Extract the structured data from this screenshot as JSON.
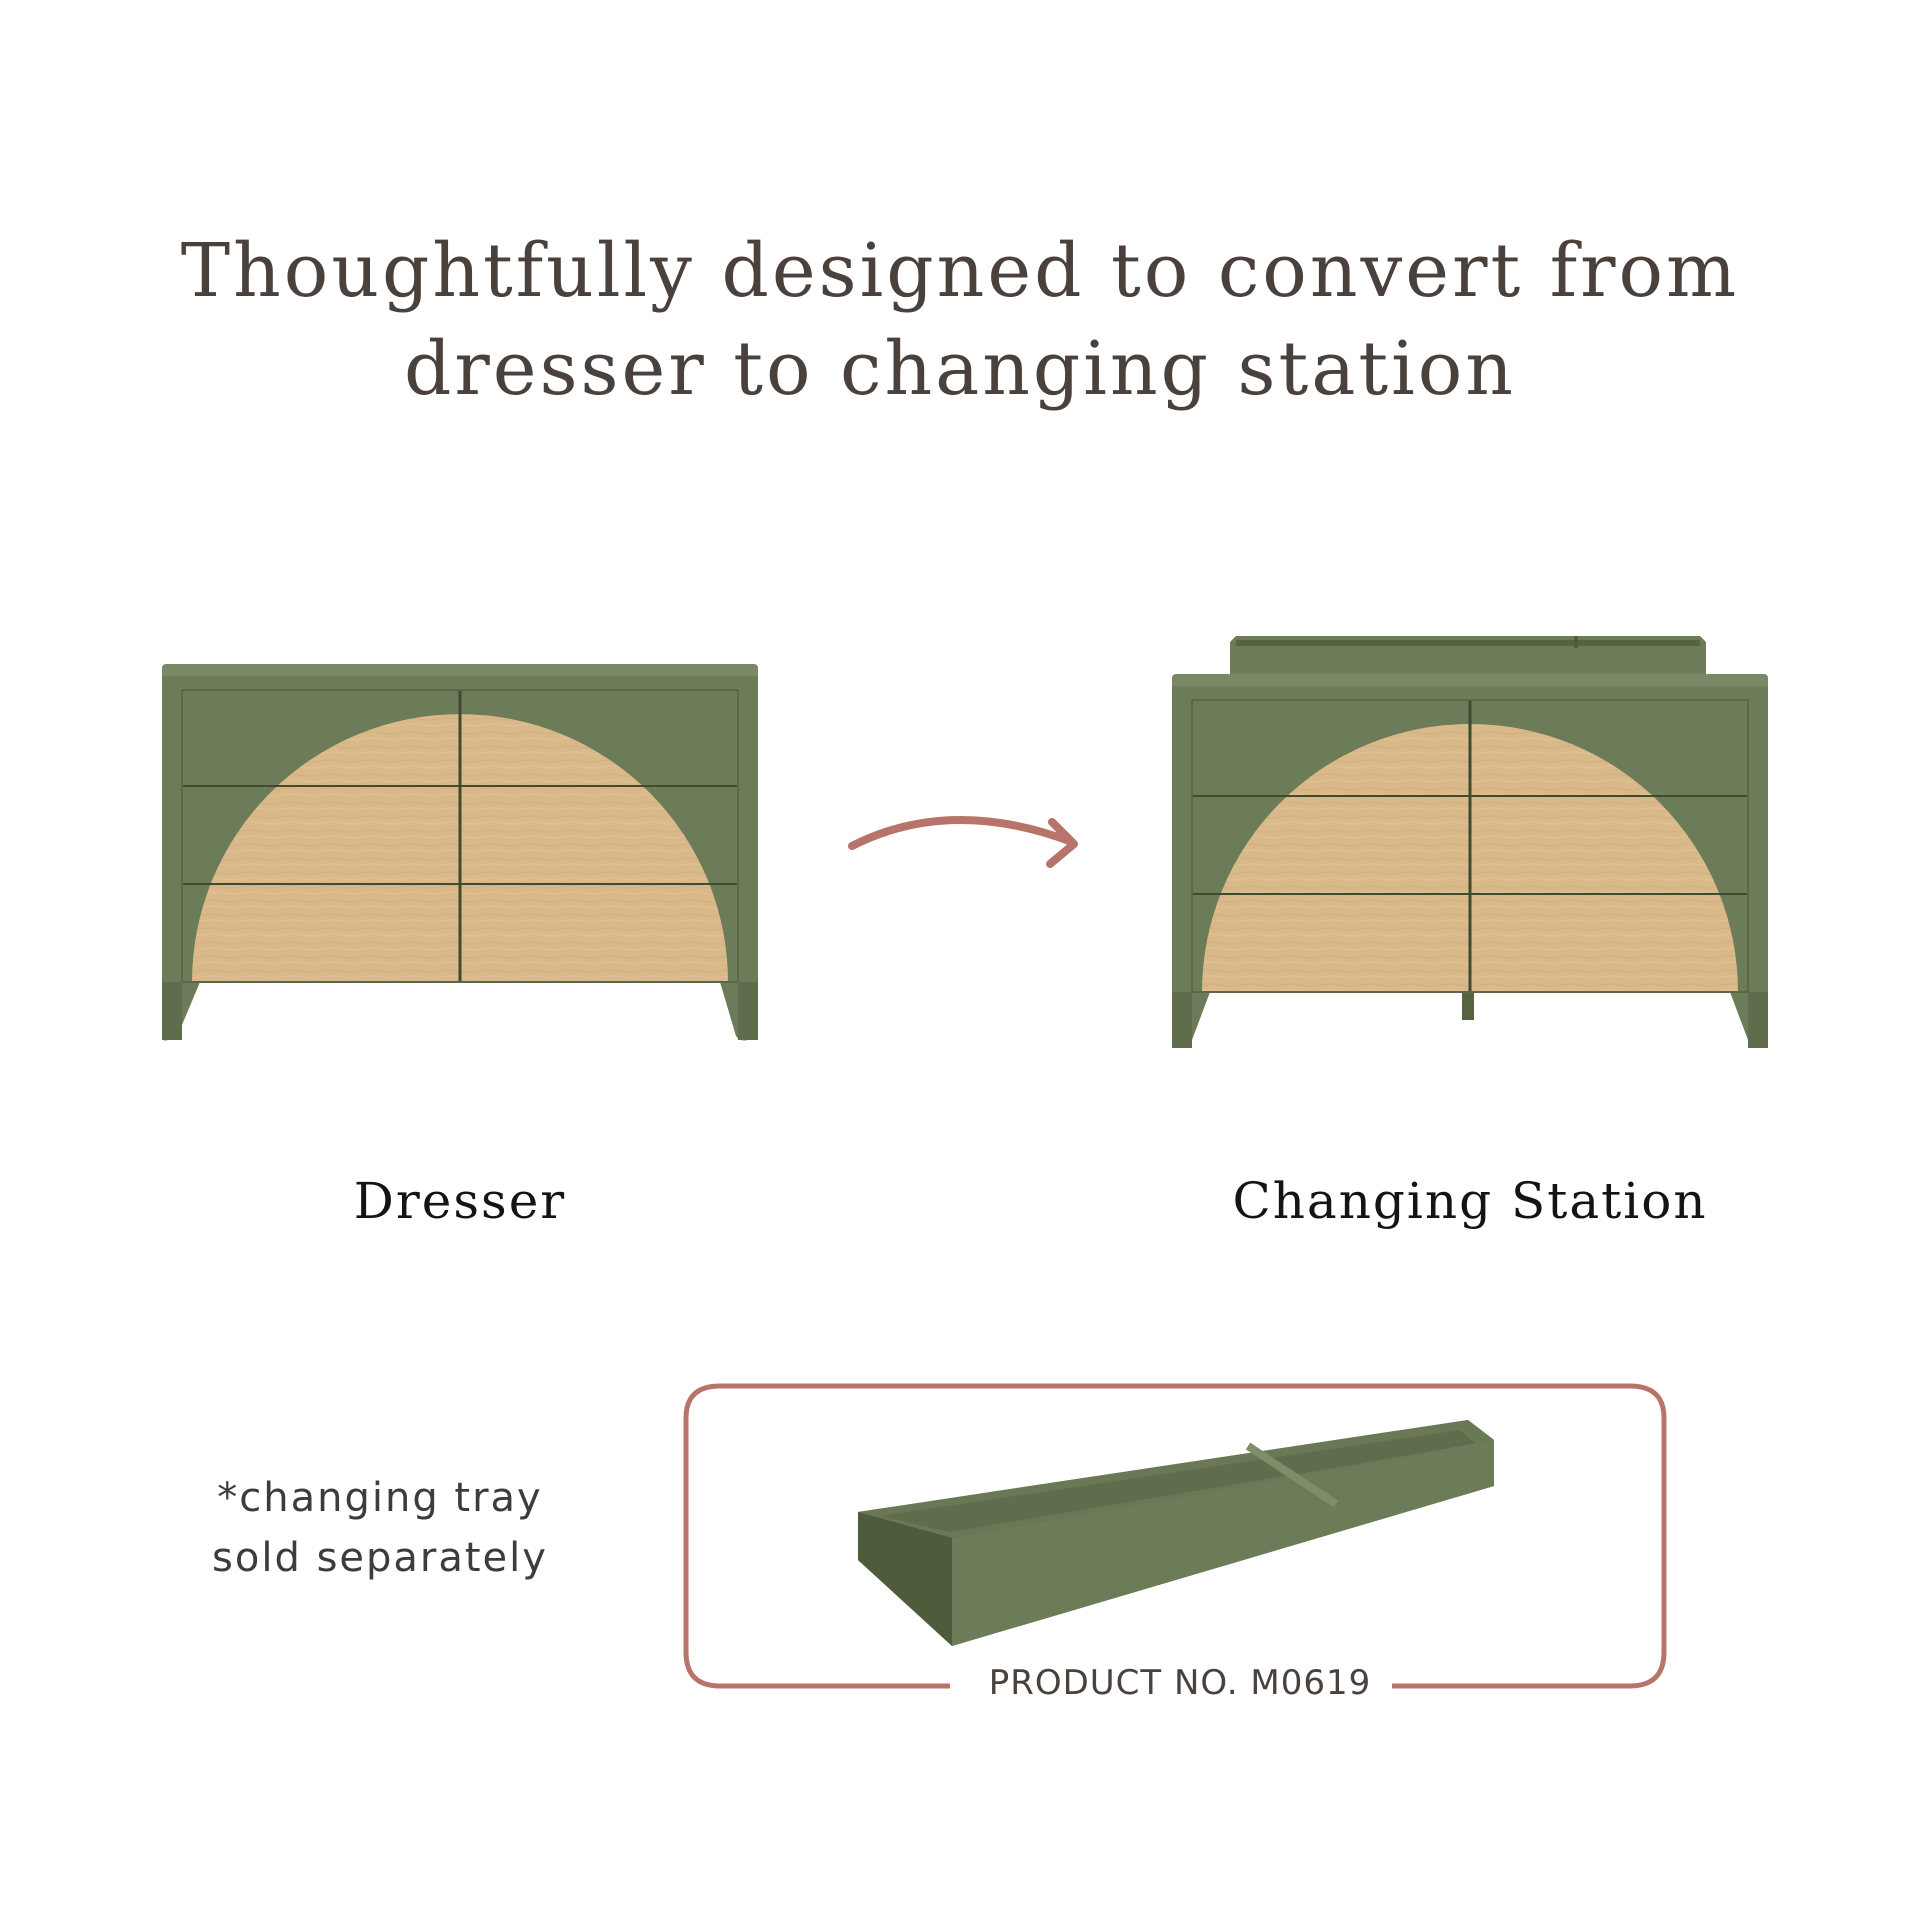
{
  "headline": {
    "line1": "Thoughtfully designed to convert from",
    "line2": "dresser to changing station"
  },
  "captions": {
    "dresser": "Dresser",
    "changing_station": "Changing Station"
  },
  "note": {
    "line1": "*changing tray",
    "line2": "sold separately"
  },
  "product": {
    "number_label": "PRODUCT NO. M0619"
  },
  "colors": {
    "green": "#6c7b58",
    "green_dark": "#55633f",
    "wood": "#d9b98a",
    "accent": "#b8736a",
    "text": "#4a403c"
  },
  "icons": {
    "arrow": "curved-arrow-icon"
  }
}
